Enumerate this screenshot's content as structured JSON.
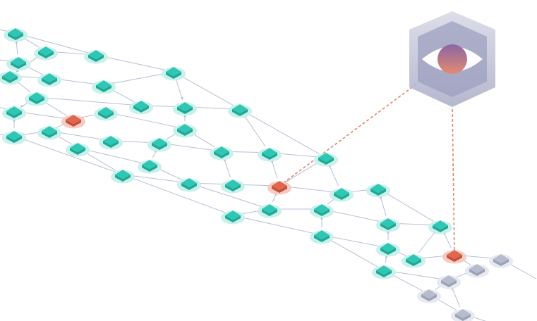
{
  "colors": {
    "background": "#ffffff",
    "node_active": "#2fc7b3",
    "node_active_dark": "#1fa896",
    "node_active_glow": "#c9f1ec",
    "node_flagged": "#e0674f",
    "node_flagged_dark": "#c24f39",
    "node_flagged_glow": "#f6cbc1",
    "node_inactive": "#b7bccd",
    "node_inactive_dark": "#9ca2b6",
    "node_inactive_glow": "#e7e9f0",
    "edge": "#b9bfd4",
    "alert_line": "#e8826c",
    "observer_hex_outer": "#c9cadb",
    "observer_hex_inner": "#8d8fb3",
    "observer_eye": "#ffffff",
    "observer_pupil_top": "#8a66a6",
    "observer_pupil_bottom": "#e38a6f"
  },
  "icons": {
    "observer": "eye-icon",
    "node": "cube-node-icon"
  },
  "graph": {
    "node_types": [
      "active",
      "flagged",
      "inactive"
    ],
    "flagged_count": 3,
    "observer_links": 2
  }
}
